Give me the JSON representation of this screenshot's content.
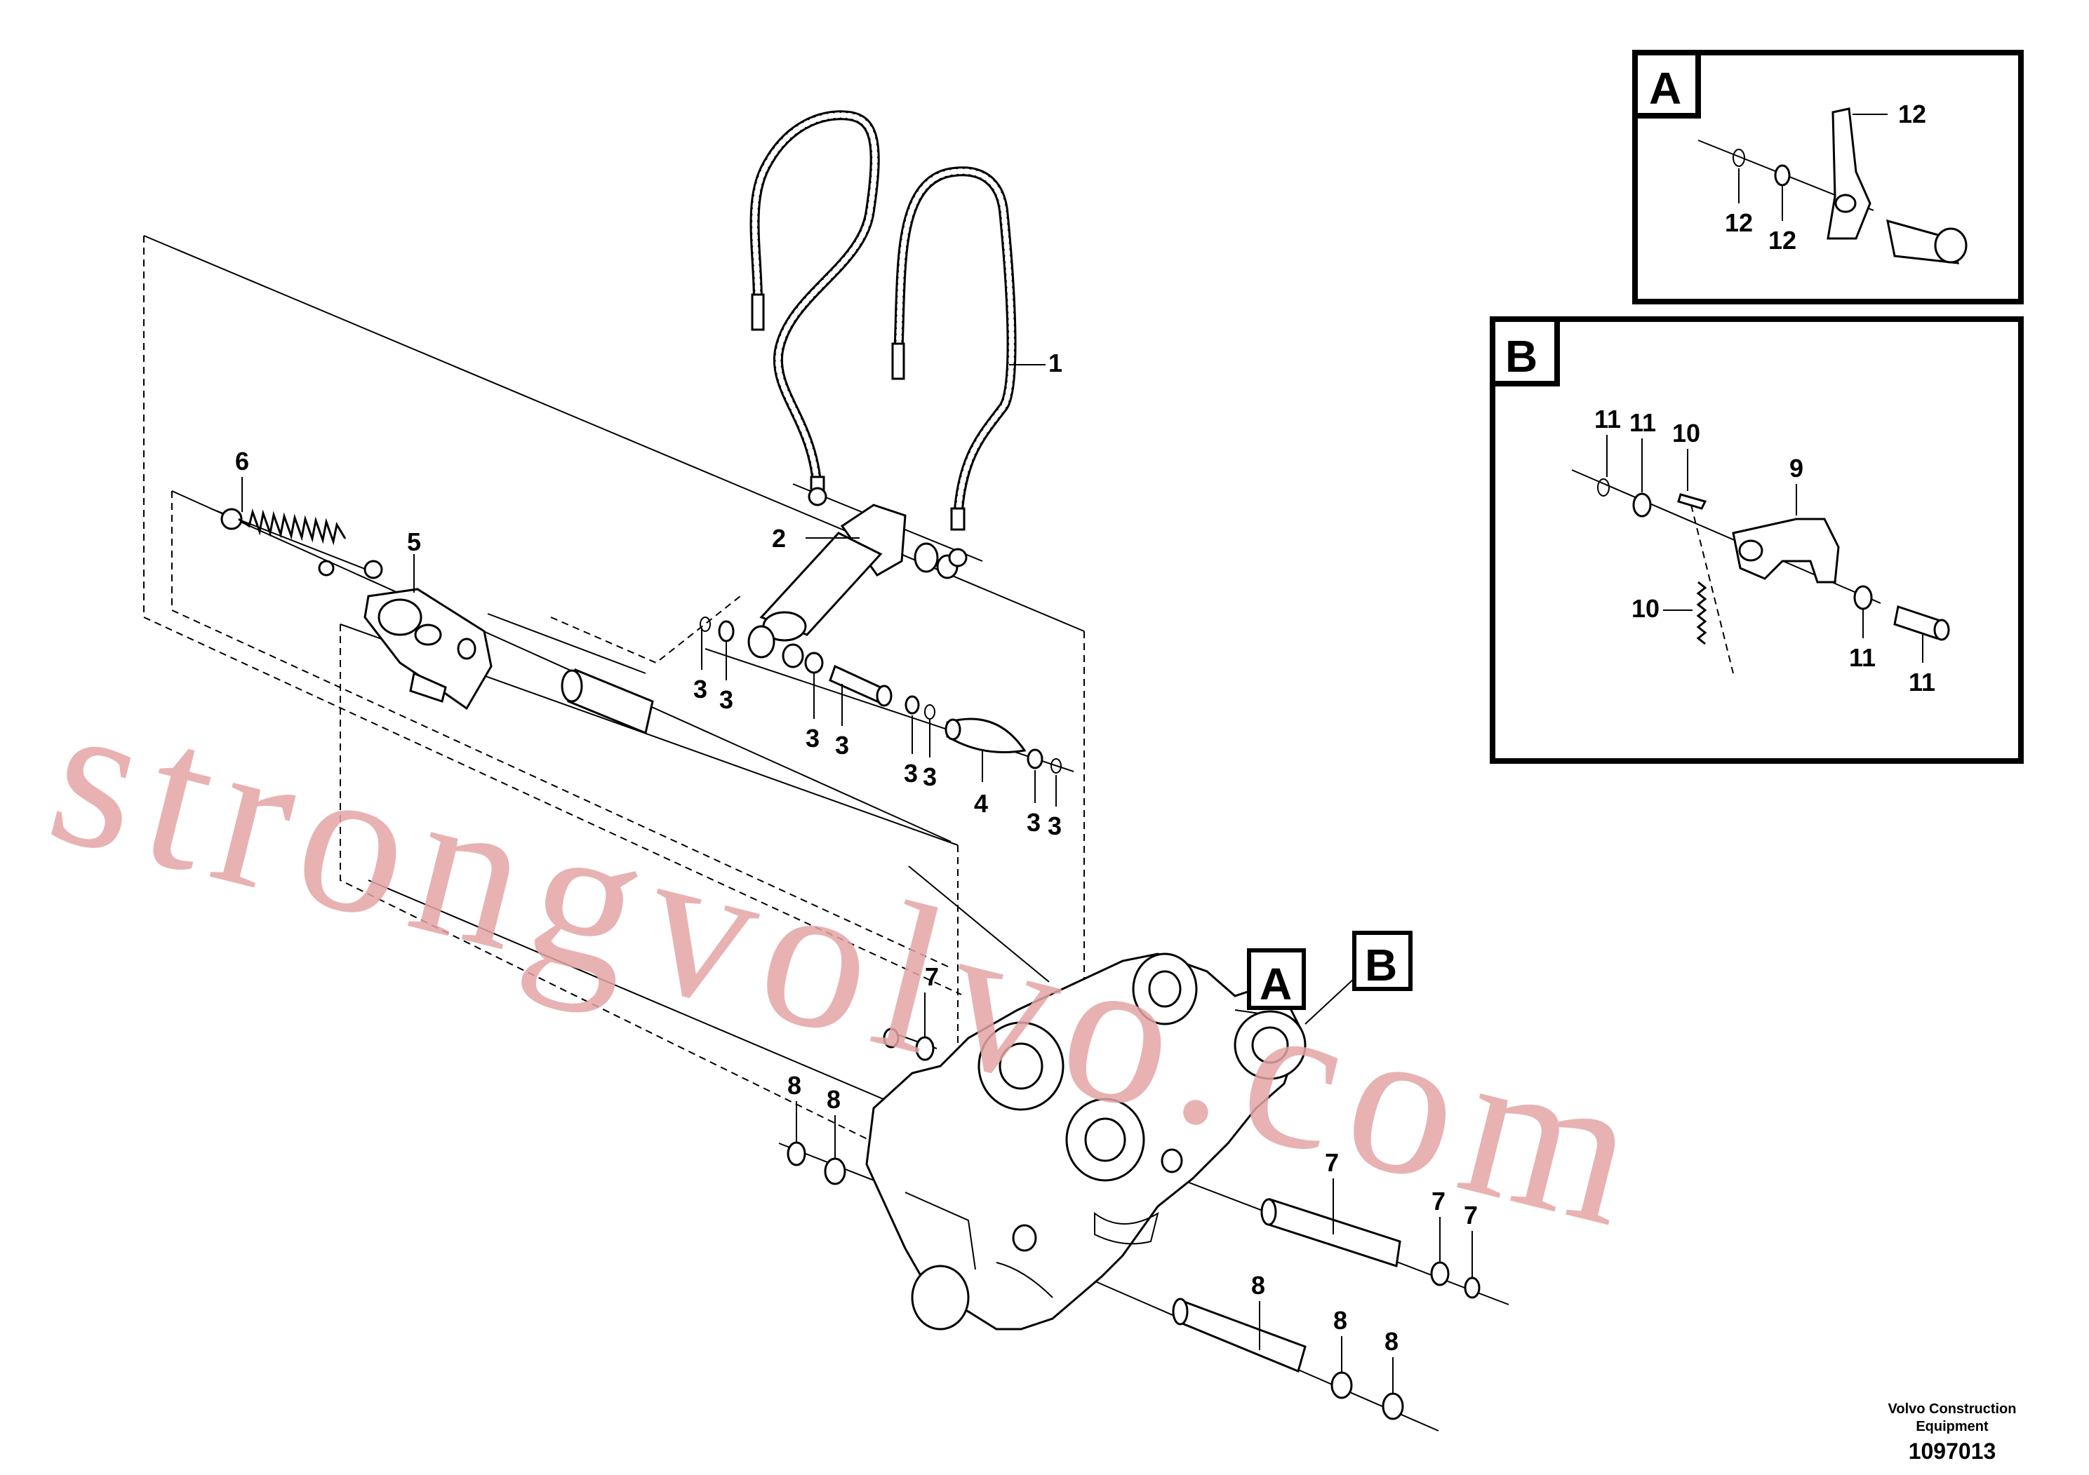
{
  "callouts": {
    "c1": "1",
    "c2": "2",
    "c3": "3",
    "c4": "4",
    "c5": "5",
    "c6": "6",
    "c7": "7",
    "c8": "8",
    "c9": "9",
    "c10": "10",
    "c11": "11",
    "c12": "12"
  },
  "detail_boxes": {
    "a": "A",
    "b": "B"
  },
  "watermark": "strongvolvo.com",
  "footer": {
    "brand_line1": "Volvo Construction",
    "brand_line2": "Equipment",
    "drawing_number": "1097013"
  }
}
